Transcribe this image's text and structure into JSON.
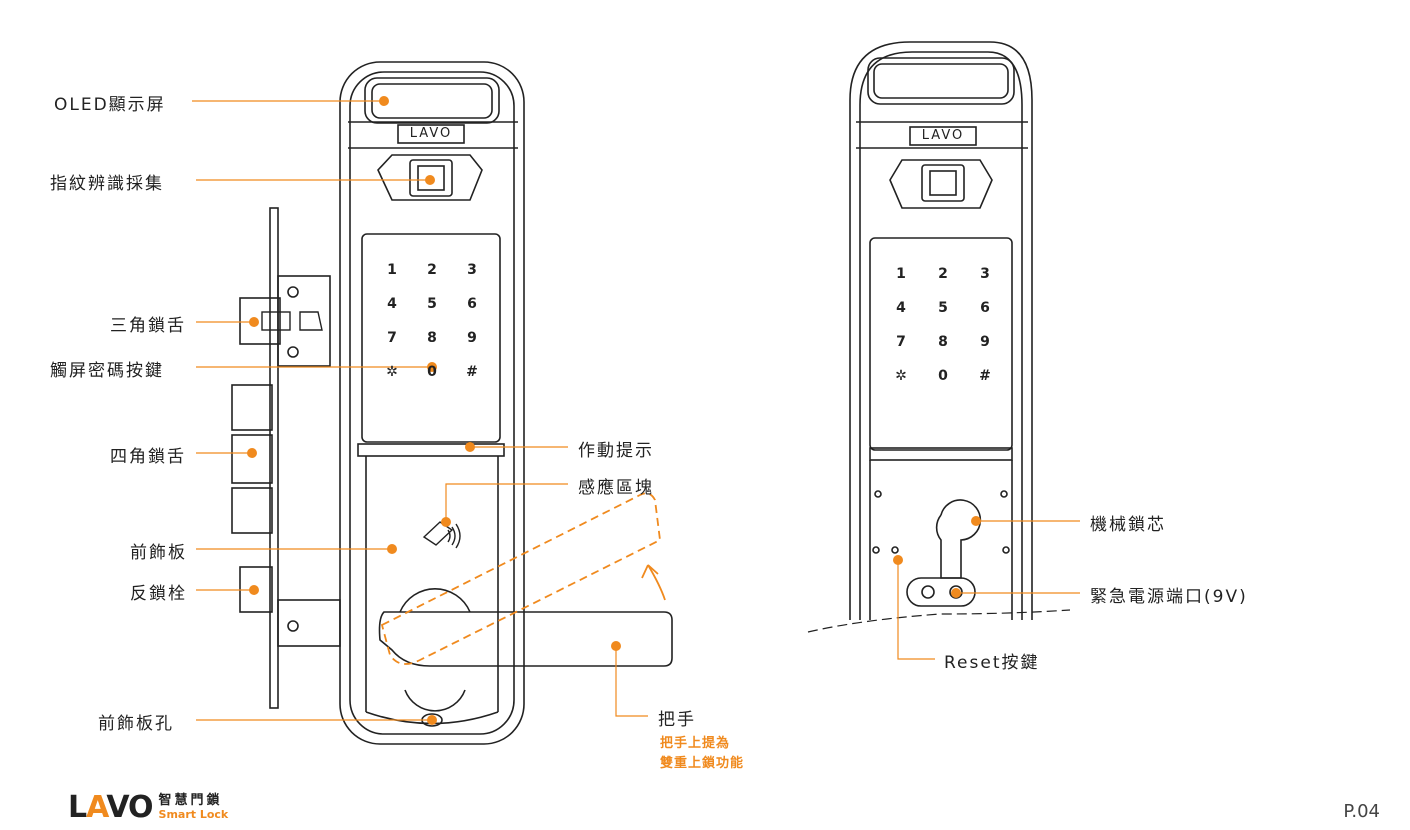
{
  "labels": {
    "oled": "OLED顯示屏",
    "fingerprint": "指紋辨識採集",
    "triangle_latch": "三角鎖舌",
    "touch_keypad": "觸屏密碼按鍵",
    "square_bolt": "四角鎖舌",
    "front_plate": "前飾板",
    "deadlock": "反鎖栓",
    "front_plate_hole": "前飾板孔",
    "action_indicator": "作動提示",
    "sensor_area": "感應區塊",
    "handle": "把手",
    "handle_note_1": "把手上提為",
    "handle_note_2": "雙重上鎖功能",
    "mechanical_cylinder": "機械鎖芯",
    "emergency_port": "緊急電源端口(9V)",
    "reset_button": "Reset按鍵"
  },
  "device": {
    "logo": "LAVO",
    "keys": [
      "1",
      "2",
      "3",
      "4",
      "5",
      "6",
      "7",
      "8",
      "9",
      "✲",
      "0",
      "#"
    ],
    "rfid": "RFID"
  },
  "brand": {
    "word_l": "L",
    "word_a": "A",
    "word_vo": "VO",
    "cn": "智慧門鎖",
    "en": "Smart Lock"
  },
  "page_number": "P.04",
  "colors": {
    "accent": "#f08a1e",
    "line": "#222222"
  }
}
